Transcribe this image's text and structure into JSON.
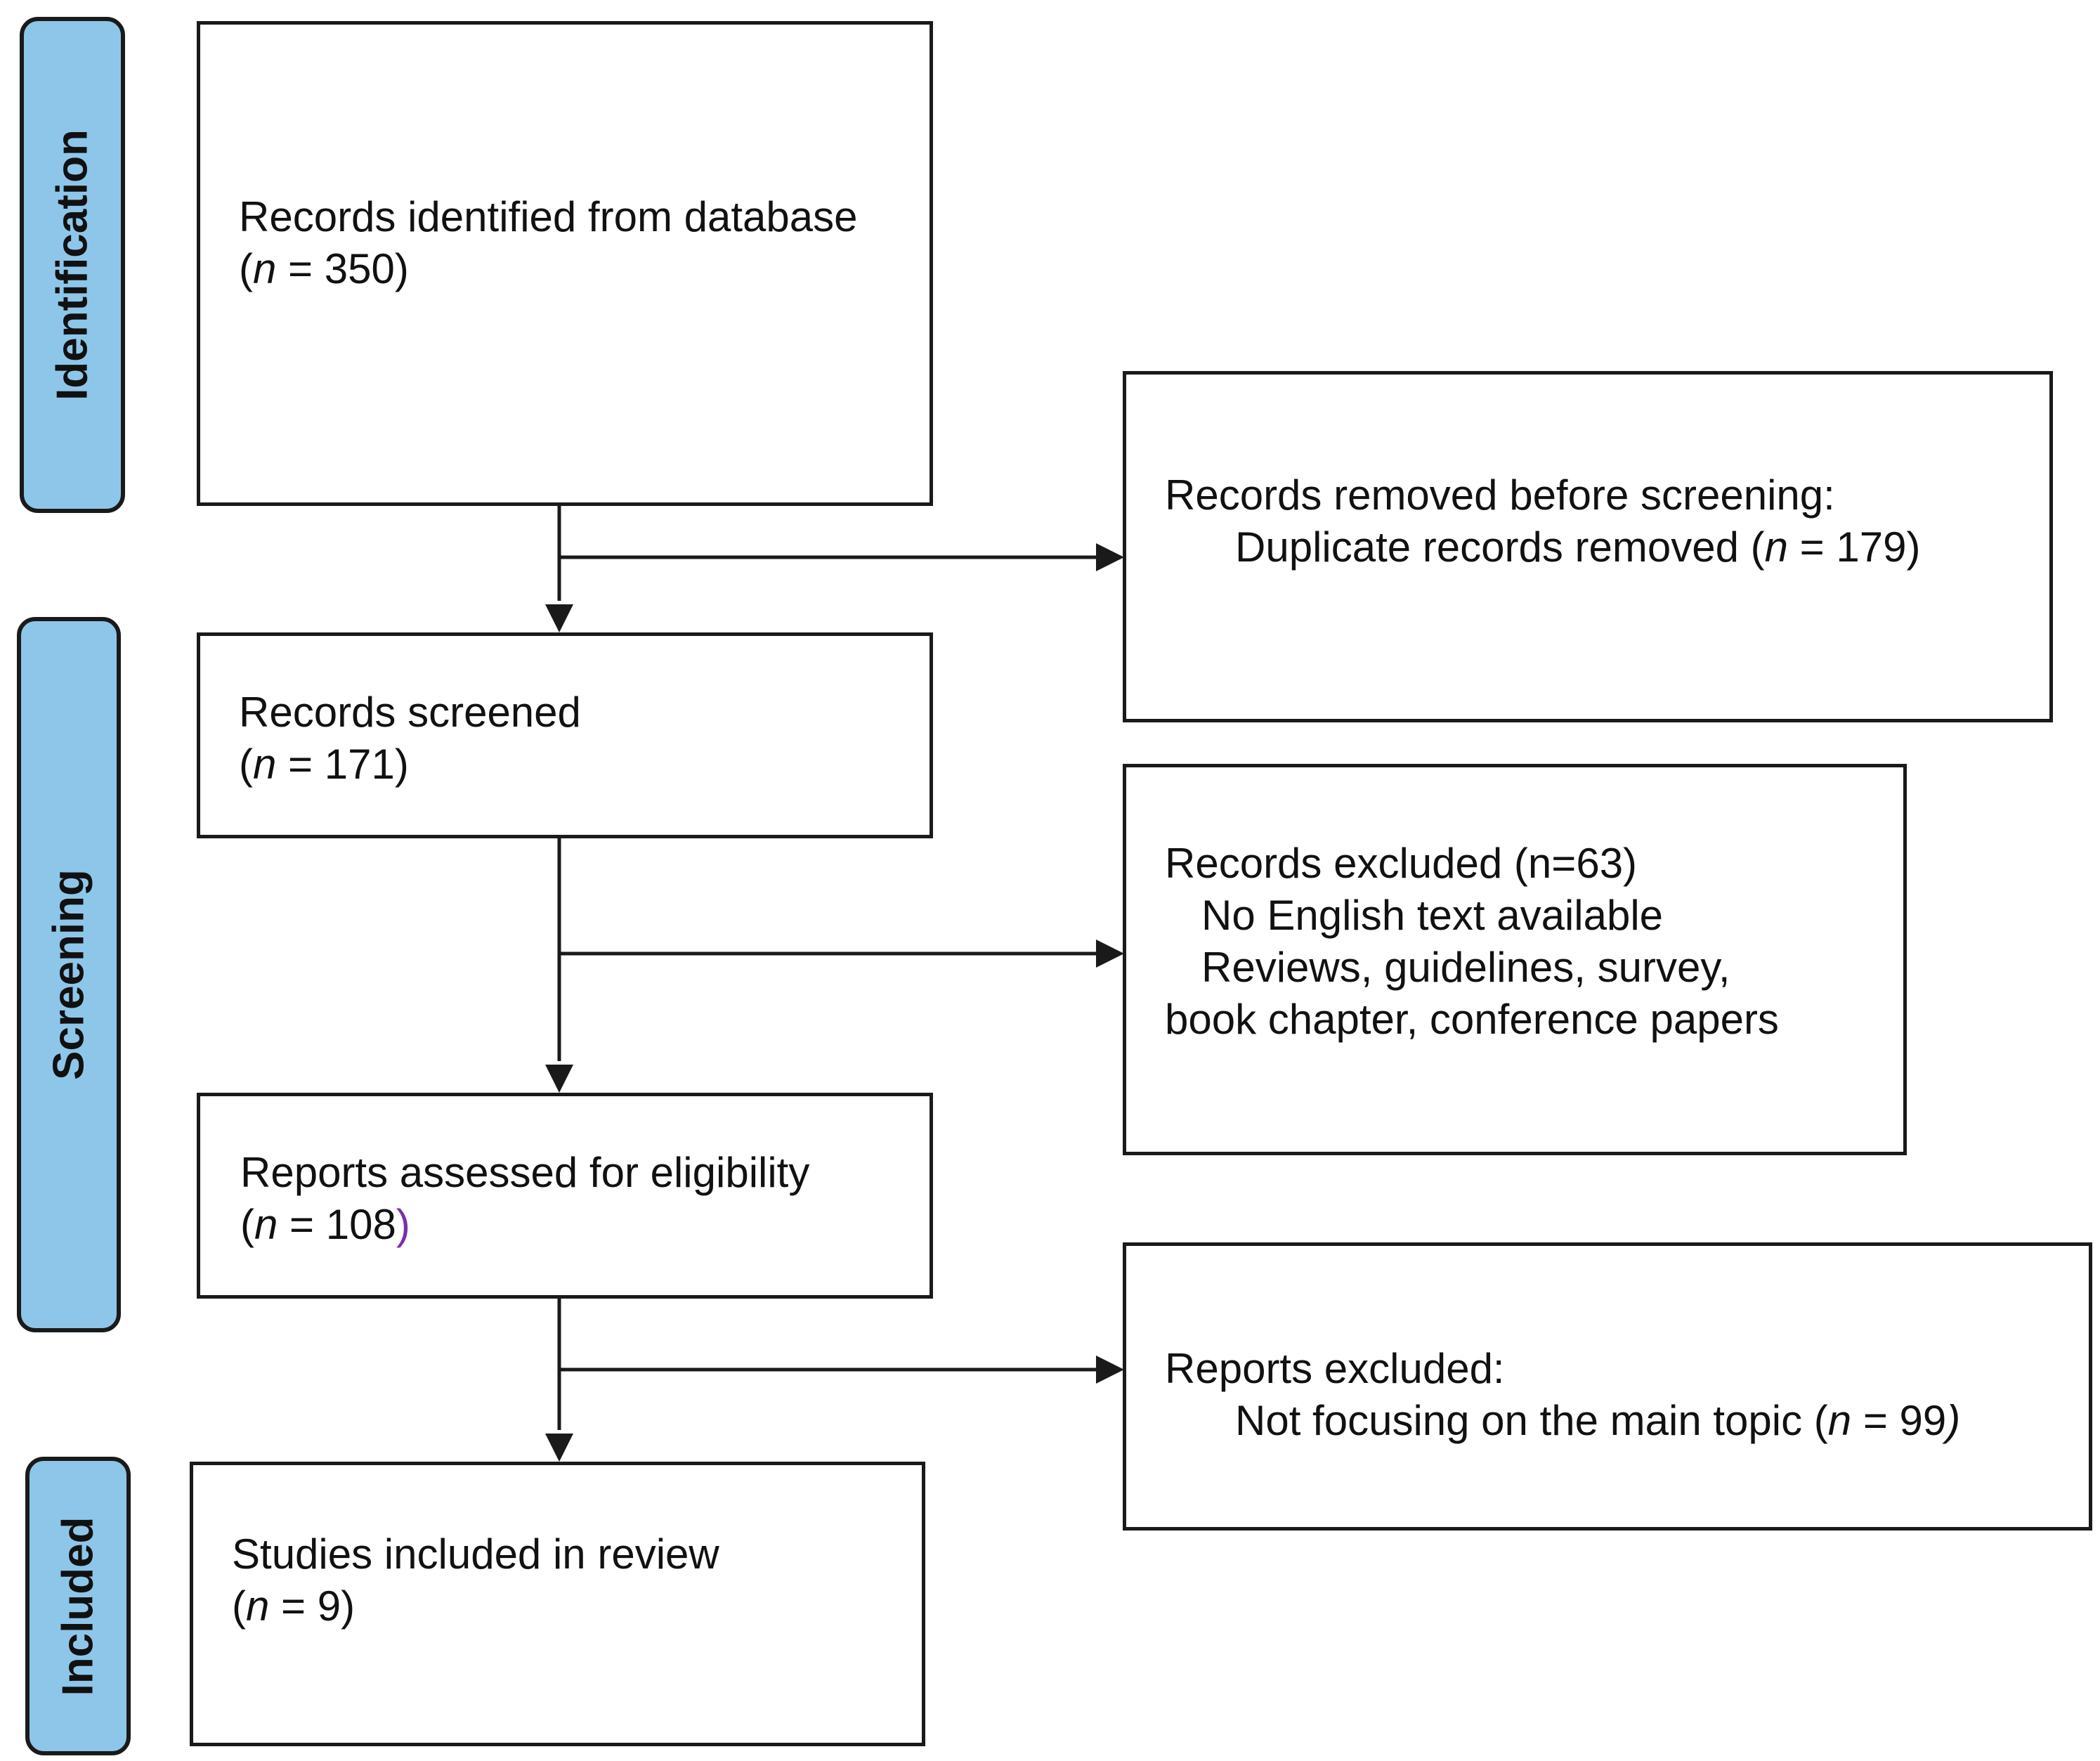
{
  "stages": {
    "identification": "Identification",
    "screening": "Screening",
    "included": "Included"
  },
  "boxes": {
    "identified": {
      "line1": "Records identified from database",
      "n_open": "(",
      "n_var": "n",
      "n_rest": " = 350)"
    },
    "removed": {
      "line1": "Records removed before screening:",
      "line2_text": "Duplicate records removed (",
      "n_var": "n",
      "n_rest": " = 179)"
    },
    "screened": {
      "line1": "Records screened",
      "n_open": "(",
      "n_var": "n",
      "n_rest": " = 171)"
    },
    "excluded": {
      "line1": "Records excluded (n=63)",
      "line2": "No English text available",
      "line3": "Reviews, guidelines, survey,",
      "line4": "book chapter, conference papers"
    },
    "assessed": {
      "line1": "Reports assessed for eligibility",
      "n_open": "(",
      "n_var": "n",
      "n_rest": " = 108",
      "n_close": ")"
    },
    "reports_excluded": {
      "line1": "Reports excluded:",
      "line2_text": "Not focusing on the main topic (",
      "n_var": "n",
      "n_rest": " = 99",
      "n_close": ")"
    },
    "included": {
      "line1": "Studies included in review",
      "n_open": "(",
      "n_var": "n",
      "n_rest": " = 9)"
    }
  },
  "colors": {
    "stage_fill": "#8ec6ea",
    "stroke": "#1a1a1a",
    "accent_paren": "#7b2fa8"
  }
}
